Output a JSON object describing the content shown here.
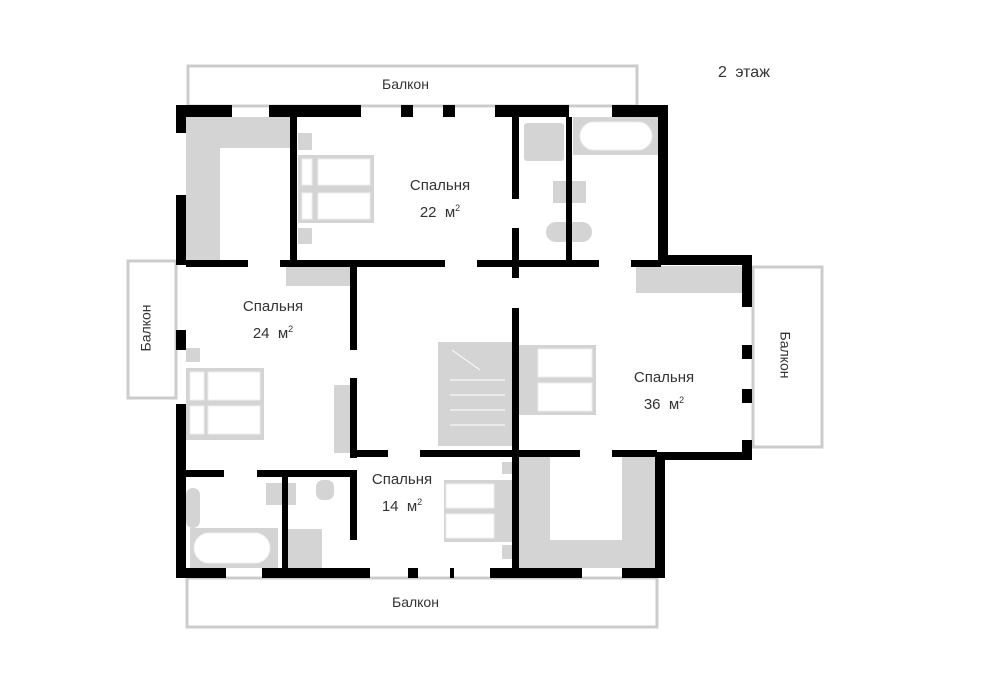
{
  "floor_label": "2 этаж",
  "balconies": {
    "top": "Балкон",
    "left": "Балкон",
    "right": "Балкон",
    "bottom": "Балкон"
  },
  "rooms": [
    {
      "name": "Спальня",
      "area": "22",
      "unit": "м",
      "sup": "2"
    },
    {
      "name": "Спальня",
      "area": "24",
      "unit": "м",
      "sup": "2"
    },
    {
      "name": "Спальня",
      "area": "36",
      "unit": "м",
      "sup": "2"
    },
    {
      "name": "Спальня",
      "area": "14",
      "unit": "м",
      "sup": "2"
    }
  ],
  "colors": {
    "wall": "#000000",
    "furniture": "#d4d4d4",
    "balcony": "#cccccc"
  }
}
